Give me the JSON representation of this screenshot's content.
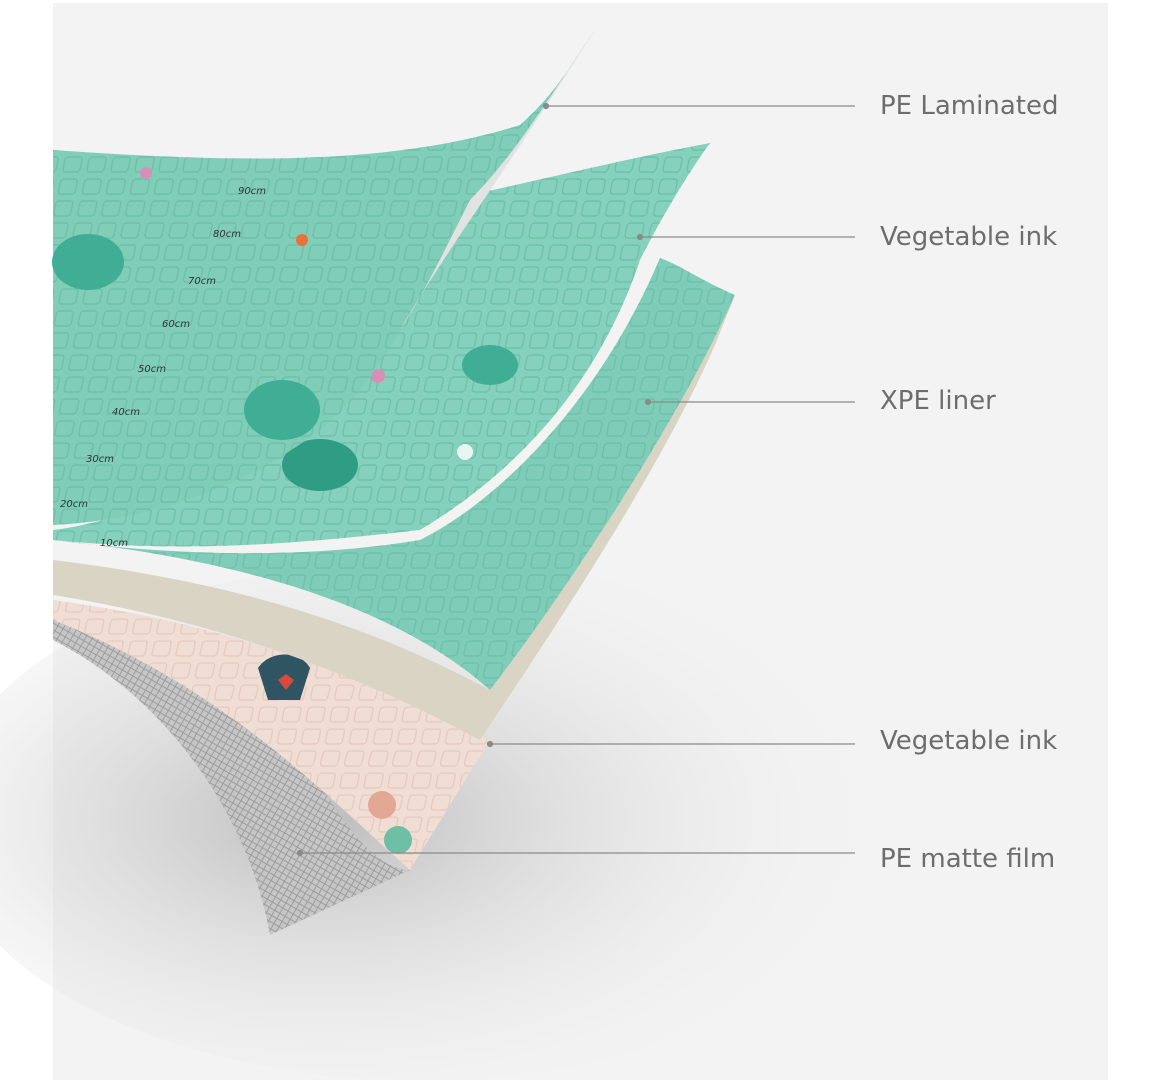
{
  "diagram": {
    "title": "Play mat layer structure",
    "layers": [
      {
        "label": "PE Laminated"
      },
      {
        "label": "Vegetable ink"
      },
      {
        "label": "XPE liner"
      },
      {
        "label": "Vegetable ink"
      },
      {
        "label": "PE matte film"
      }
    ],
    "ruler_marks": [
      "90cm",
      "80cm",
      "70cm",
      "60cm",
      "50cm",
      "40cm",
      "30cm",
      "20cm",
      "10cm"
    ],
    "colors": {
      "mint": "#7fcdb8",
      "mint_dark": "#3fae95",
      "edge": "#d9d4c4",
      "pink": "#f0ddd3",
      "film": "#bdbdbd",
      "text": "#6d6d6d",
      "background": "#f3f3f3"
    }
  }
}
